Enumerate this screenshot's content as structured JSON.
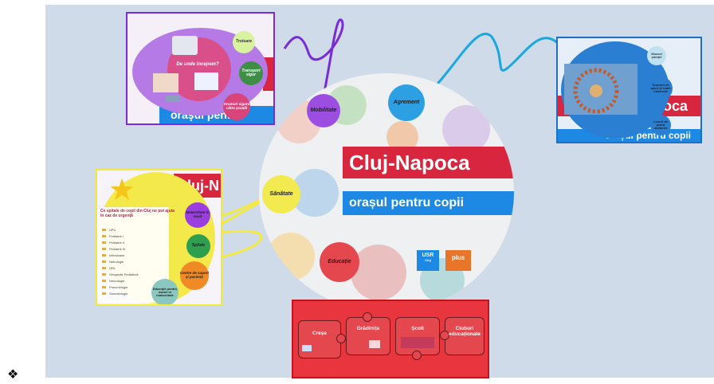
{
  "center": {
    "title": "Cluj-Napoca",
    "subtitle": "orașul pentru copii",
    "logo_usr_main": "USR",
    "logo_usr_sub": "Cluj",
    "logo_plus": "plus"
  },
  "nodes": {
    "mobilitate": "Mobilitate",
    "agrement": "Agrement",
    "sanatate": "Sănătate",
    "educatie": "Educație"
  },
  "mobilitate_frame": {
    "question": "De unde începem?",
    "bubbles": [
      "Trotuare",
      "Transport sigur",
      "Drumuri sigure către școală"
    ],
    "banner_partial": "oraşul pentru"
  },
  "agrement_frame": {
    "bubbles": [
      "Muzeul științei",
      "Terenuri de sport în toate cartierele",
      "Locuri de joacă moderne"
    ],
    "banner_partial_red": "oca",
    "banner_partial_blue": "orașul pentru copii"
  },
  "sanatate_frame": {
    "title": "Ce spitale de copii din Cluj ne pot ajuta în caz de urgență",
    "bubbles": [
      "Maternitate în nouă",
      "Spitale",
      "Centre de suport și pacienți",
      "Educație pentru mame în maternitate"
    ],
    "banner_partial_red": "Cluj-N",
    "list": [
      "UPU",
      "Pediatrie I",
      "Pediatrie II",
      "Pediatrie III",
      "Infecțioase",
      "Nefrologie",
      "ORL",
      "Ortopedie Pediatrică",
      "Neurologie",
      "Pneumologie",
      "Stomatologie"
    ]
  },
  "educatie_frame": {
    "pieces": [
      "Creșe",
      "Grădinițe",
      "Școli",
      "Cluburi educaționale"
    ]
  },
  "corner_icon": "❖",
  "colors": {
    "canvas": "#cfdbe8",
    "red": "#d7263d",
    "blue": "#1e88e5",
    "purple": "#9b3fd6",
    "yellow": "#f5e93a",
    "cyan": "#29aee0",
    "green": "#2e9e4f"
  }
}
